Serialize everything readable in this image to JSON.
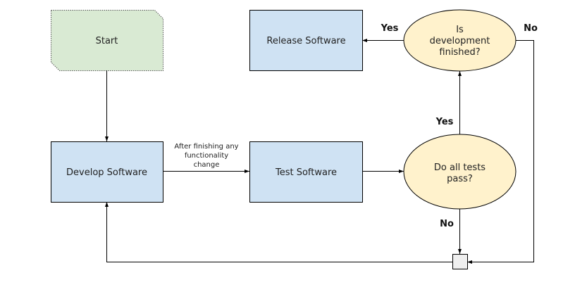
{
  "diagram": {
    "type": "flowchart",
    "nodes": {
      "start": {
        "label": "Start",
        "shape": "card",
        "fill": "#d9ead3"
      },
      "develop": {
        "label": "Develop Software",
        "shape": "rectangle",
        "fill": "#cfe2f3"
      },
      "test": {
        "label": "Test Software",
        "shape": "rectangle",
        "fill": "#cfe2f3"
      },
      "release": {
        "label": "Release Software",
        "shape": "rectangle",
        "fill": "#cfe2f3"
      },
      "tests_pass": {
        "label_lines": [
          "Do all tests",
          "pass?"
        ],
        "shape": "ellipse",
        "fill": "#fff2cc"
      },
      "dev_finished": {
        "label_lines": [
          "Is",
          "development",
          "finished?"
        ],
        "shape": "ellipse",
        "fill": "#fff2cc"
      },
      "merge": {
        "label": "",
        "shape": "square",
        "fill": "#efefef"
      }
    },
    "edges": {
      "develop_to_test": {
        "label_lines": [
          "After finishing any",
          "functionality",
          "change"
        ]
      },
      "tests_yes": {
        "label": "Yes"
      },
      "tests_no": {
        "label": "No"
      },
      "finished_yes": {
        "label": "Yes"
      },
      "finished_no": {
        "label": "No"
      }
    }
  }
}
